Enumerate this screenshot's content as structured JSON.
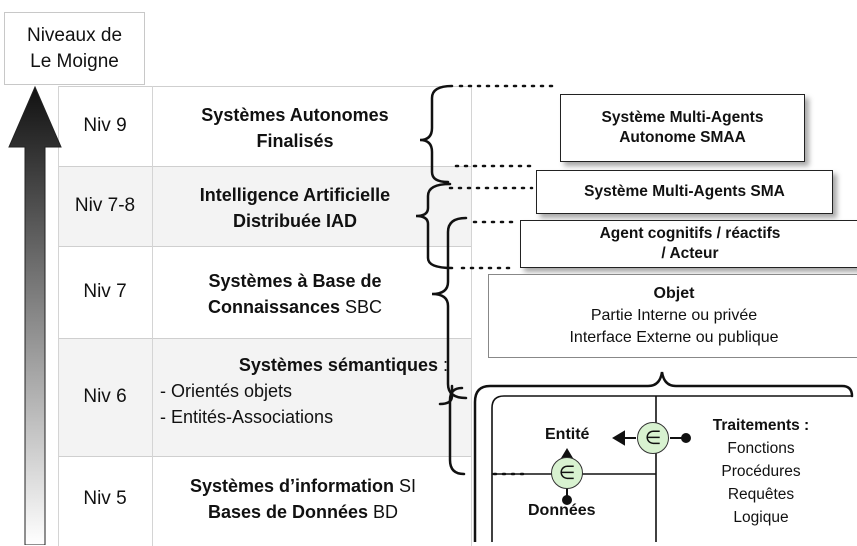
{
  "header": {
    "line1": "Niveaux de",
    "line2": "Le Moigne"
  },
  "levels": [
    {
      "niv": "Niv 9",
      "title1": "Systèmes Autonomes",
      "title2": "Finalisés"
    },
    {
      "niv": "Niv 7-8",
      "title1": "Intelligence Artificielle",
      "title2": "Distribuée IAD"
    },
    {
      "niv": "Niv 7",
      "title1": "Systèmes à Base de",
      "title2_bold": "Connaissances",
      "title2_rest": " SBC"
    },
    {
      "niv": "Niv 6",
      "title_bold": "Systèmes sémantiques",
      "title_rest": " :",
      "item1": "- Orientés objets",
      "item2": "- Entités-Associations"
    },
    {
      "niv": "Niv 5",
      "line1_bold": "Systèmes d’information",
      "line1_rest": " SI",
      "line2_bold": "Bases de Données",
      "line2_rest": " BD"
    }
  ],
  "boxes": {
    "smaa_line1": "Système Multi-Agents",
    "smaa_line2": "Autonome SMAA",
    "sma": "Système Multi-Agents SMA",
    "agent_line1": "Agent cognitifs / réactifs",
    "agent_line2": "/ Acteur",
    "objet_title": "Objet",
    "objet_line1": "Partie Interne ou privée",
    "objet_line2": "Interface Externe ou  publique"
  },
  "entity": {
    "entite": "Entité",
    "donnees": "Données",
    "belongs_symbol": "∈",
    "traitements_title": "Traitements :",
    "traitements_items": [
      "Fonctions",
      "Procédures",
      "Requêtes",
      "Logique"
    ]
  },
  "colors": {
    "circle_fill": "#d8f2d0",
    "arrow_dark": "#111111",
    "arrow_light": "#ffffff"
  }
}
